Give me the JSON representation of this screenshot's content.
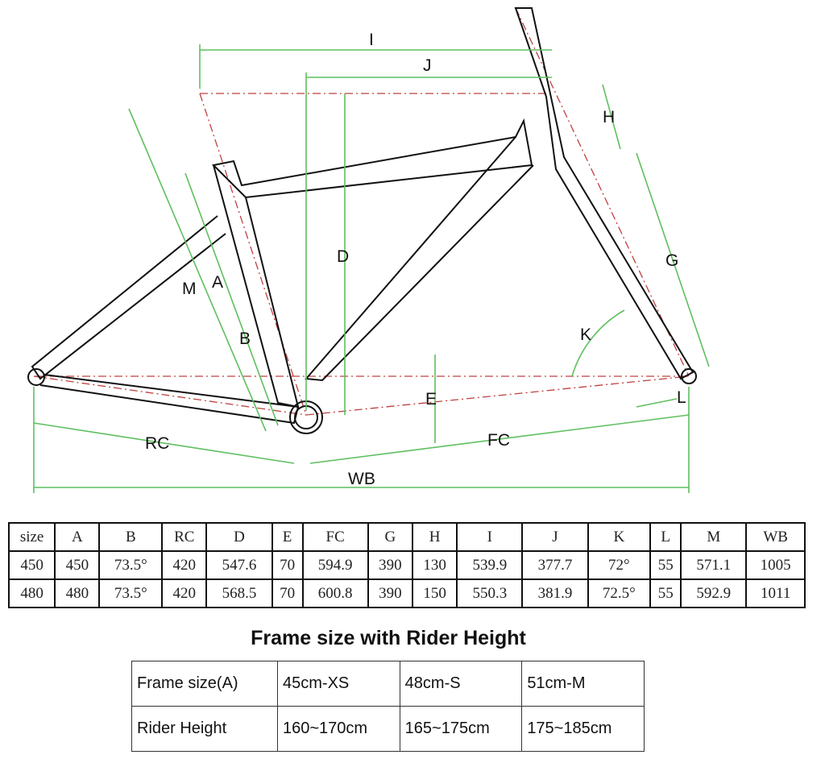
{
  "diagram": {
    "labels": {
      "I": "I",
      "J": "J",
      "H": "H",
      "D": "D",
      "G": "G",
      "M": "M",
      "A": "A",
      "B": "B",
      "K": "K",
      "E": "E",
      "L": "L",
      "RC": "RC",
      "FC": "FC",
      "WB": "WB"
    },
    "colors": {
      "dimension": "#5fbf5f",
      "reference": "#c04040",
      "frame": "#111111"
    }
  },
  "geometry_table": {
    "headers": [
      "size",
      "A",
      "B",
      "RC",
      "D",
      "E",
      "FC",
      "G",
      "H",
      "I",
      "J",
      "K",
      "L",
      "M",
      "WB"
    ],
    "rows": [
      [
        "450",
        "450",
        "73.5°",
        "420",
        "547.6",
        "70",
        "594.9",
        "390",
        "130",
        "539.9",
        "377.7",
        "72°",
        "55",
        "571.1",
        "1005"
      ],
      [
        "480",
        "480",
        "73.5°",
        "420",
        "568.5",
        "70",
        "600.8",
        "390",
        "150",
        "550.3",
        "381.9",
        "72.5°",
        "55",
        "592.9",
        "1011"
      ]
    ]
  },
  "rider_table": {
    "title": "Frame size with Rider Height",
    "rows": [
      [
        "Frame size(A)",
        "45cm-XS",
        "48cm-S",
        "51cm-M"
      ],
      [
        "Rider Height",
        "160~170cm",
        "165~175cm",
        "175~185cm"
      ]
    ]
  }
}
